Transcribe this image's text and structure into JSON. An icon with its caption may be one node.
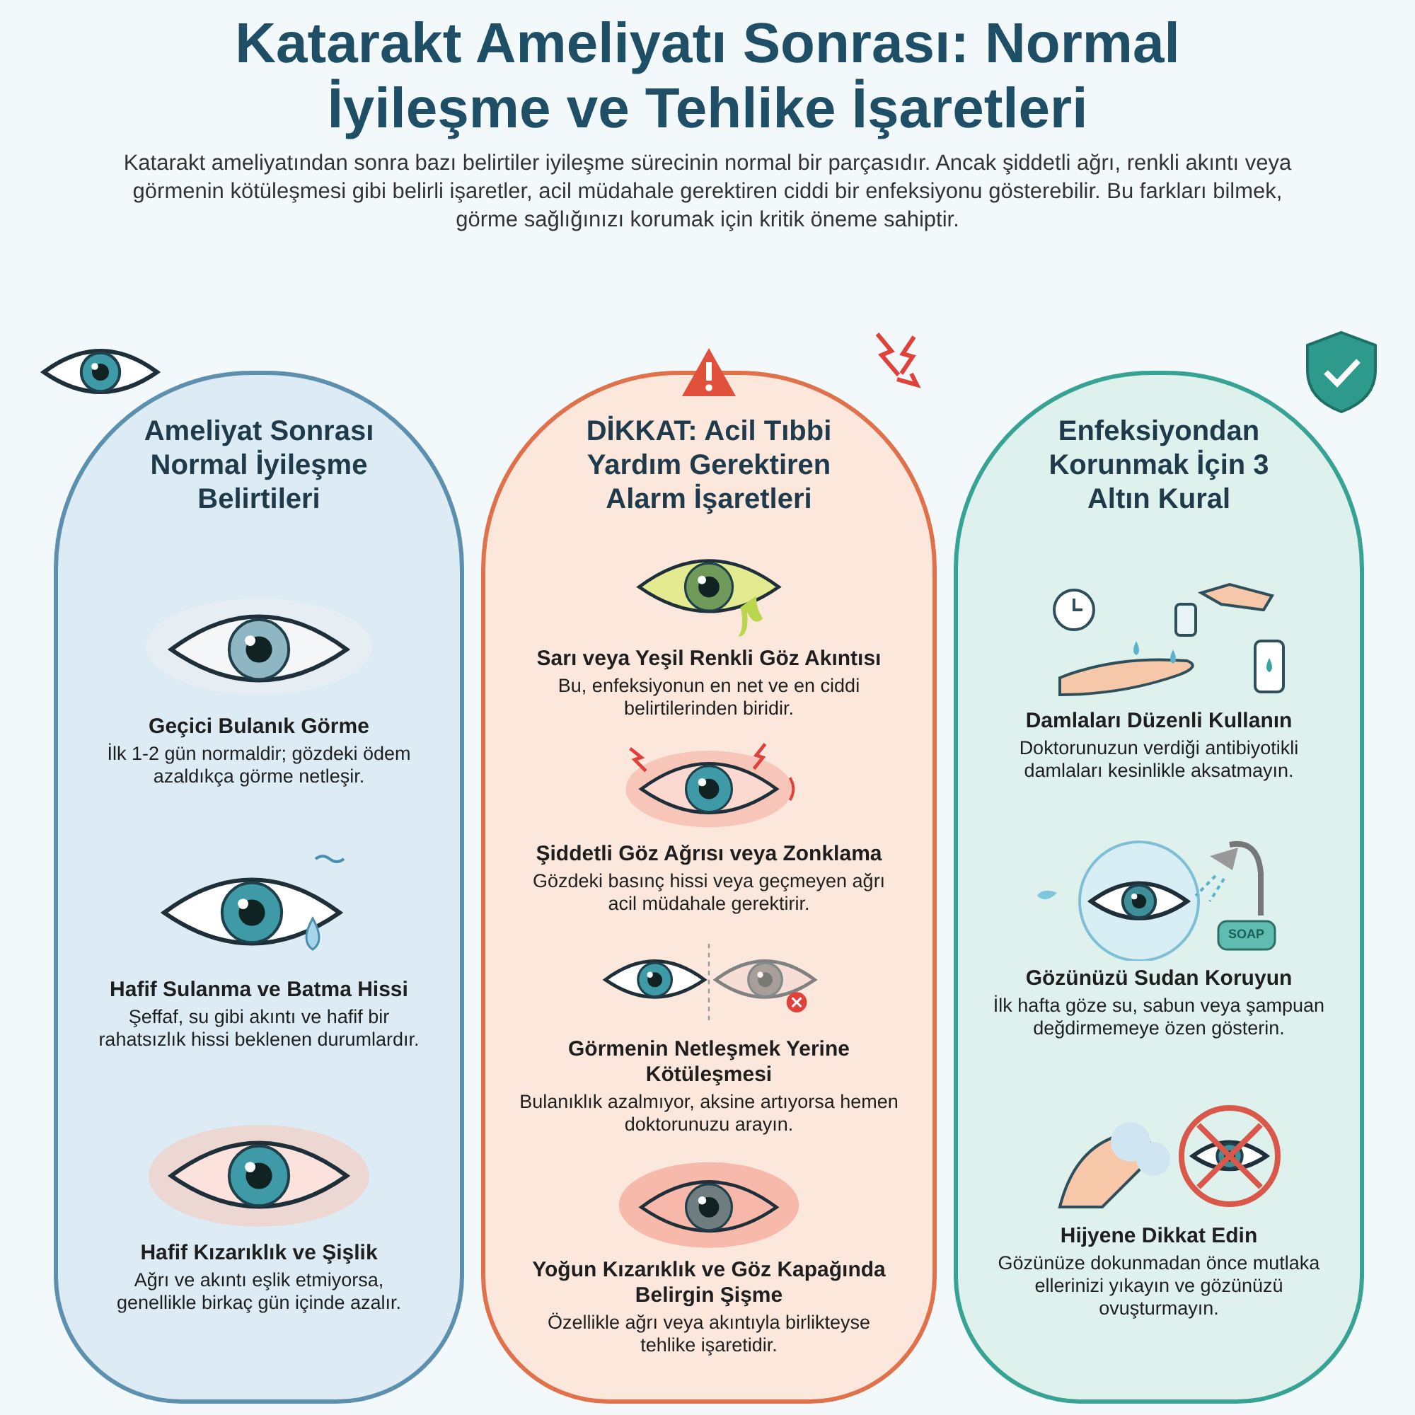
{
  "diagram": {
    "title": "Katarakt Ameliyatı Sonrası: Normal İyileşme ve Tehlike İşaretleri",
    "nodes": [
      {
        "text": [
          "Ameliyat Sonrası Normal İyileşme Belirtileri",
          "Geçici Bulanık Görme",
          "İlk 1-2 gün normaldir; gözdeki ödem azaldıkça görme netleşir.",
          "Hafif Sulanma ve Batma Hissi",
          "Şeffaf, su gibi akıntı ve hafif bir rahatsızlık hissi beklenen durumlardır.",
          "Hafif Kızarıklık ve Şişlik",
          "Ağrı ve akıntı eşlik etmiyorsa, genellikle birkaç gün içinde azalır."
        ]
      },
      {
        "text": [
          "DİKKAT: Acil Tıbbi Yardım Gerektiren Alarm İşaretleri",
          "Sarı veya Yeşil Renkli Göz Akıntısı",
          "Bu, enfeksiyonun en net ve en ciddi belirtilerinden biridir.",
          "Şiddetli Göz Ağrısı veya Zonklama",
          "Gözdeki basınç hissi veya geçmeyen ağrı acil müdahale gerektirir.",
          "Görmenin Netleşmek Yerine Kötüleşmesi",
          "Bulanıklık azalmıyor, aksine artıyorsa hemen doktorunuzu arayın.",
          "Yoğun Kızarıklık ve Göz Kapağında Belirgin Şişme",
          "Özellikle ağrı veya akıntıyla birlikteyse tehlike işaretidir."
        ]
      },
      {
        "text": [
          "Enfeksiyondan Korunmak İçin 3 Altın Kural",
          "Damlaları Düzenli Kullanın",
          "Doktorunuzun verdiği antibiyotikli damlaları kesinlikle aksatmayın.",
          "Gözünüzü Sudan Koruyun",
          "İlk hafta göze su, sabun veya şampuan değdirmemeye özen gösterin.",
          "Hijyene Dikkat Edin",
          "Gözünüze dokunmadan önce mutlaka ellerinizi yıkayın ve gözünüzü ovuşturmayın."
        ]
      }
    ],
    "labels": [
      "Katarakt ameliyatından sonra bazı belirtiler iyileşme sürecinin normal bir parçasıdır. Ancak şiddetli ağrı, renkli akıntı veya görmenin kötüleşmesi gibi belirli işaretler, acil müdahale gerektiren ciddi bir enfeksiyonu gösterebilir. Bu farkları bilmek, görme sağlığınızı korumak için kritik öneme sahiptir.",
      "SOAP"
    ]
  }
}
